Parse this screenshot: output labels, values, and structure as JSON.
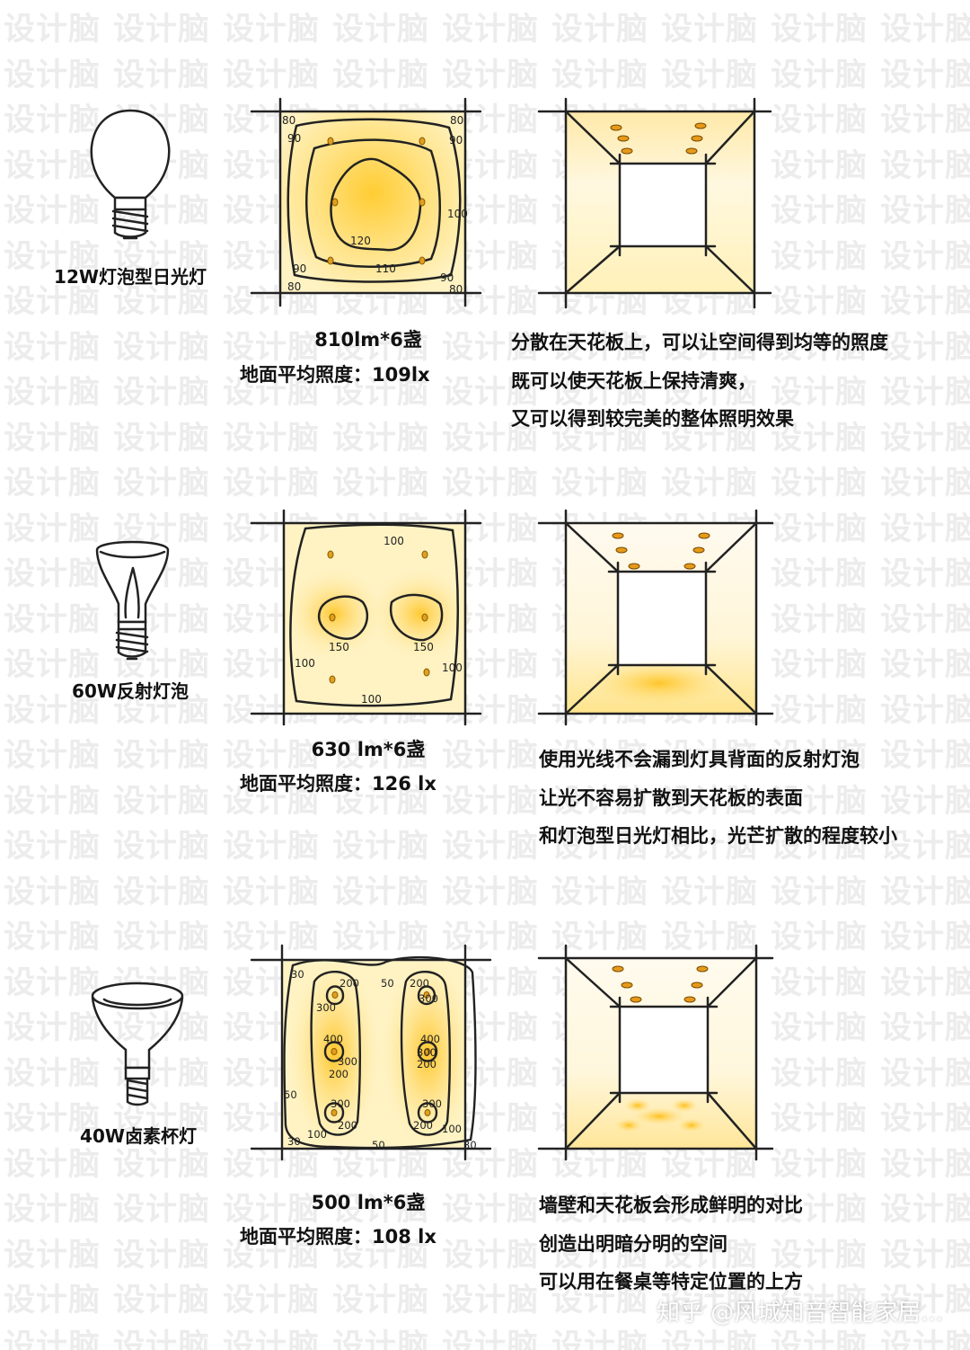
{
  "watermark_text": "设计脑",
  "sections": [
    {
      "bulb_label": "12W灯泡型日光灯",
      "bulb_icon": "led-bulb-icon",
      "lumen": "810lm*6盏",
      "illuminance": "地面平均照度：109lx",
      "contour_labels": [
        "80",
        "90",
        "80",
        "90",
        "100",
        "120",
        "110",
        "90",
        "80",
        "90",
        "80"
      ],
      "description": [
        "分散在天花板上，可以让空间得到均等的照度",
        "既可以使天花板上保持清爽，",
        "又可以得到较完美的整体照明效果"
      ]
    },
    {
      "bulb_label": "60W反射灯泡",
      "bulb_icon": "reflector-bulb-icon",
      "lumen": "630 lm*6盏",
      "illuminance": "地面平均照度：126 lx",
      "contour_labels": [
        "100",
        "150",
        "150",
        "100",
        "100",
        "100"
      ],
      "description": [
        "使用光线不会漏到灯具背面的反射灯泡",
        "让光不容易扩散到天花板的表面",
        "和灯泡型日光灯相比，光芒扩散的程度较小"
      ]
    },
    {
      "bulb_label": "40W卤素杯灯",
      "bulb_icon": "halogen-cup-lamp-icon",
      "lumen": "500 lm*6盏",
      "illuminance": "地面平均照度：108 lx",
      "contour_labels": [
        "30",
        "200",
        "50",
        "200",
        "300",
        "300",
        "400",
        "300",
        "400",
        "300",
        "200",
        "200",
        "50",
        "300",
        "300",
        "200",
        "200",
        "100",
        "100",
        "30",
        "50",
        "30"
      ],
      "description": [
        "墙壁和天花板会形成鲜明的对比",
        "创造出明暗分明的空间",
        "可以用在餐桌等特定位置的上方"
      ]
    }
  ],
  "footer": "知乎 @风城知音智能家居..."
}
